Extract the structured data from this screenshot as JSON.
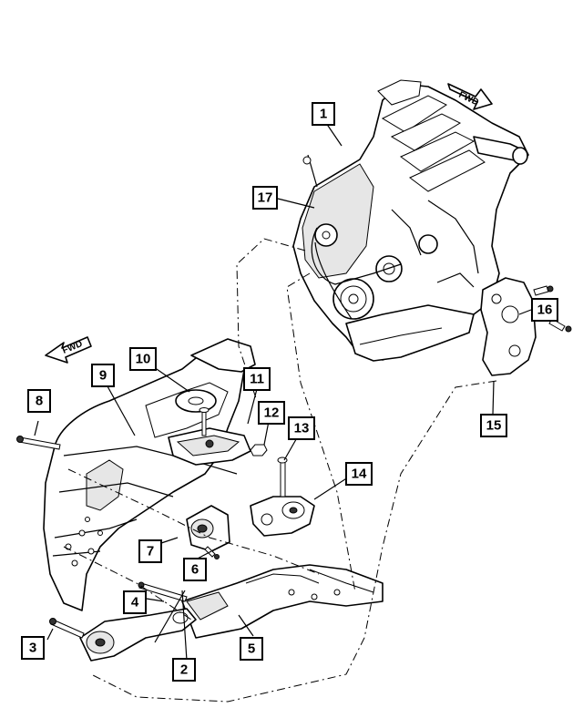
{
  "diagram": {
    "fwd_label_top": "FWD",
    "fwd_label_left": "FWD",
    "callouts": [
      {
        "id": "1",
        "label": "1"
      },
      {
        "id": "2",
        "label": "2"
      },
      {
        "id": "3",
        "label": "3"
      },
      {
        "id": "4",
        "label": "4"
      },
      {
        "id": "5",
        "label": "5"
      },
      {
        "id": "6",
        "label": "6"
      },
      {
        "id": "7",
        "label": "7"
      },
      {
        "id": "8",
        "label": "8"
      },
      {
        "id": "9",
        "label": "9"
      },
      {
        "id": "10",
        "label": "10"
      },
      {
        "id": "11",
        "label": "11"
      },
      {
        "id": "12",
        "label": "12"
      },
      {
        "id": "13",
        "label": "13"
      },
      {
        "id": "14",
        "label": "14"
      },
      {
        "id": "15",
        "label": "15"
      },
      {
        "id": "16",
        "label": "16"
      },
      {
        "id": "17",
        "label": "17"
      }
    ]
  }
}
